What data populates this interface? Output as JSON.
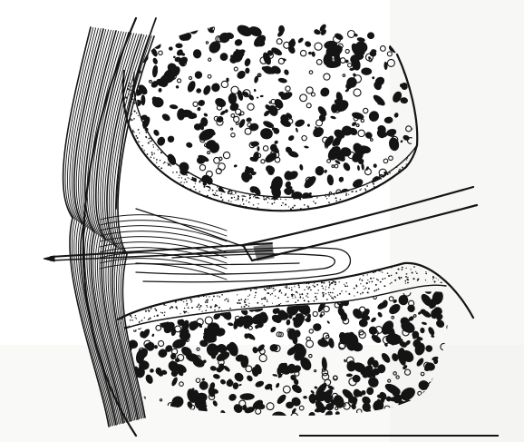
{
  "figure": {
    "background_color": "#ffffff",
    "ink_color": "#141414",
    "paper_tint": "#eeeeec",
    "parts": {
      "skin_and_soft_tissue": "fibrous-fan-lines",
      "upper_bone": "porous-spongy-bone",
      "upper_cortex": "stippled-cortical-shell",
      "joint_space": "open-cavity",
      "instrument": "needle-with-sheath",
      "lower_cortex": "stippled-cortical-shell",
      "lower_bone": "porous-spongy-bone"
    }
  }
}
